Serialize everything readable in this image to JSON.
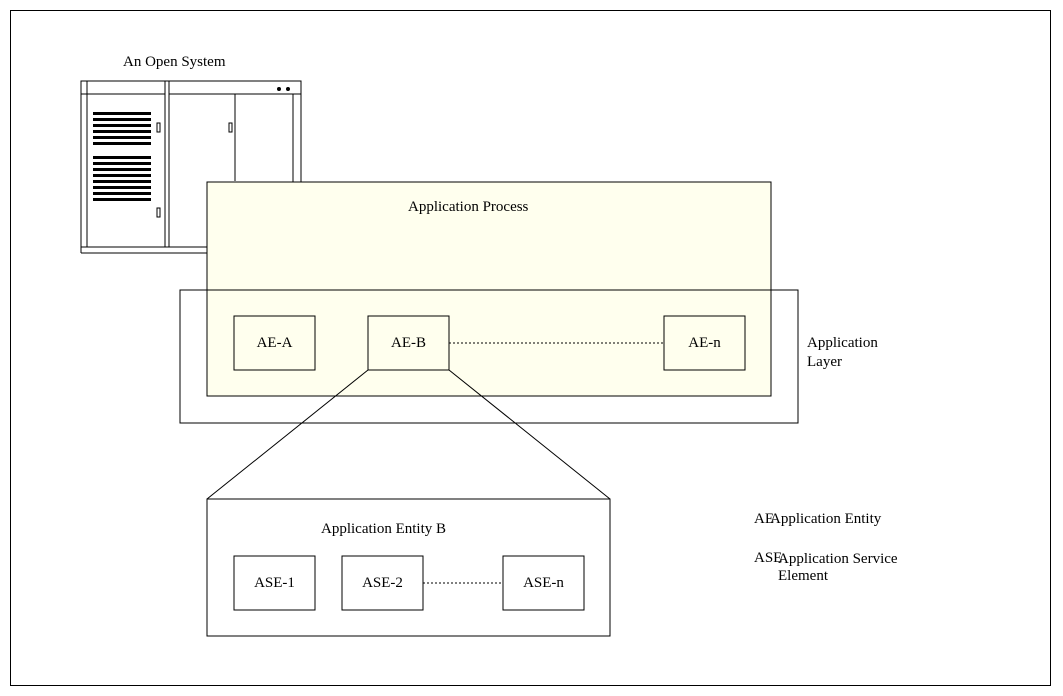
{
  "system_label": "An Open System",
  "process_label": "Application Process",
  "layer_label": "Application\nLayer",
  "entities": [
    "AE-A",
    "AE-B",
    "AE-n"
  ],
  "entity_b_title": "Application Entity B",
  "service_elements": [
    "ASE-1",
    "ASE-2",
    "ASE-n"
  ],
  "legend": {
    "ae_abbr": "AE",
    "ae_text": "Application Entity",
    "ase_abbr": "ASE",
    "ase_text": "Application Service\nElement"
  },
  "colors": {
    "process_fill": "#ffffee",
    "line": "#000000"
  }
}
